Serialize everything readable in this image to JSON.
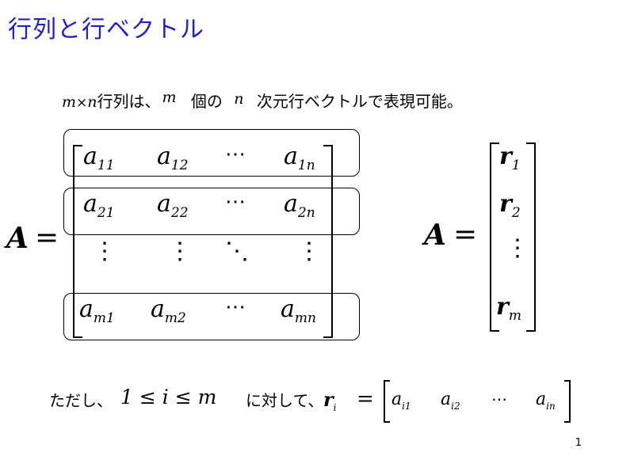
{
  "slide": {
    "title": "行列と行ベクトル",
    "page_number": "1"
  },
  "intro": {
    "m": "m",
    "times": "×",
    "n": "n",
    "text1": "行列は、",
    "m2": "m",
    "text2": "個の",
    "n2": "n",
    "text3": "次元行ベクトルで表現可能。"
  },
  "matrix": {
    "lhs": "A",
    "eq": "=",
    "rows": [
      [
        {
          "base": "a",
          "sub": "11"
        },
        {
          "base": "a",
          "sub": "12"
        },
        {
          "base": "⋯",
          "sub": ""
        },
        {
          "base": "a",
          "sub": "1n"
        }
      ],
      [
        {
          "base": "a",
          "sub": "21"
        },
        {
          "base": "a",
          "sub": "22"
        },
        {
          "base": "⋯",
          "sub": ""
        },
        {
          "base": "a",
          "sub": "2n"
        }
      ],
      [
        {
          "base": "⋮",
          "sub": ""
        },
        {
          "base": "⋮",
          "sub": ""
        },
        {
          "base": "⋱",
          "sub": ""
        },
        {
          "base": "⋮",
          "sub": ""
        }
      ],
      [
        {
          "base": "a",
          "sub": "m1"
        },
        {
          "base": "a",
          "sub": "m2"
        },
        {
          "base": "⋯",
          "sub": ""
        },
        {
          "base": "a",
          "sub": "mn"
        }
      ]
    ]
  },
  "row_vector": {
    "lhs": "A",
    "eq": "=",
    "entries": [
      {
        "base": "r",
        "sub": "1"
      },
      {
        "base": "r",
        "sub": "2"
      },
      {
        "base": "⋮",
        "sub": ""
      },
      {
        "base": "r",
        "sub": "m"
      }
    ]
  },
  "bottom": {
    "text1": "ただし、",
    "cond": "1 ≤ i ≤ m",
    "text2": "に対して、",
    "r": "r",
    "r_sub": "i",
    "eq": "=",
    "entries": [
      {
        "base": "a",
        "sub": "i1"
      },
      {
        "base": "a",
        "sub": "i2"
      },
      {
        "base": "⋯",
        "sub": ""
      },
      {
        "base": "a",
        "sub": "in"
      }
    ]
  }
}
